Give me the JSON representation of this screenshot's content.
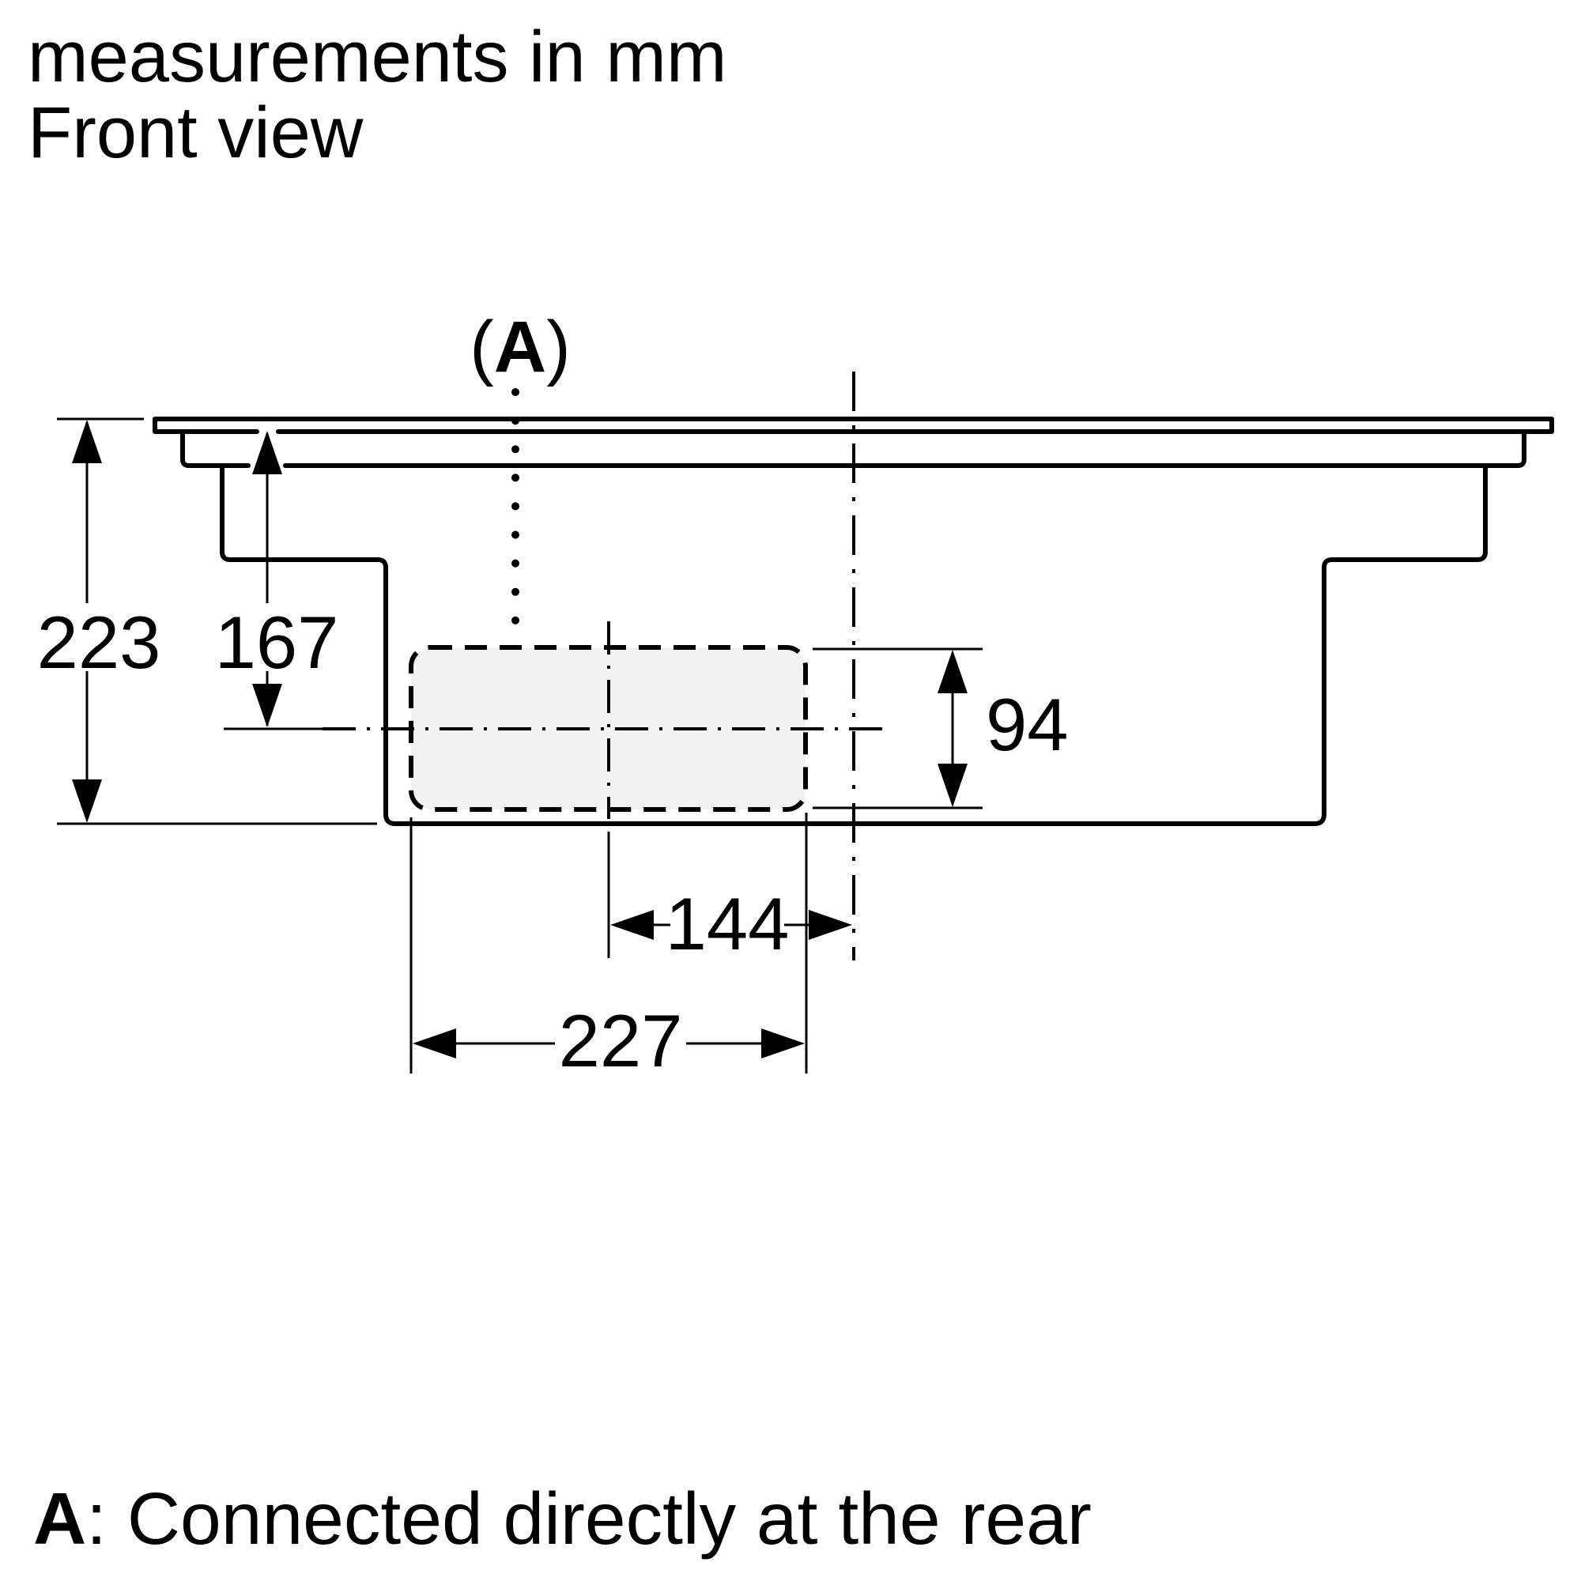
{
  "title": {
    "line1": "measurements in mm",
    "line2": "Front view"
  },
  "diagram": {
    "view": "Front view",
    "unit": "mm",
    "marker": {
      "paren_open": "(",
      "letter": "A",
      "paren_close": ")"
    },
    "dimensions": {
      "total_height": "223",
      "glass_to_duct_center": "167",
      "outlet_height": "94",
      "center_to_rear_line": "144",
      "outlet_width": "227"
    }
  },
  "footnote": {
    "label": "A",
    "text": ": Connected directly at the rear"
  },
  "colors": {
    "line": "#000000",
    "background": "#ffffff",
    "outlet_fill": "#f2f2f2"
  }
}
